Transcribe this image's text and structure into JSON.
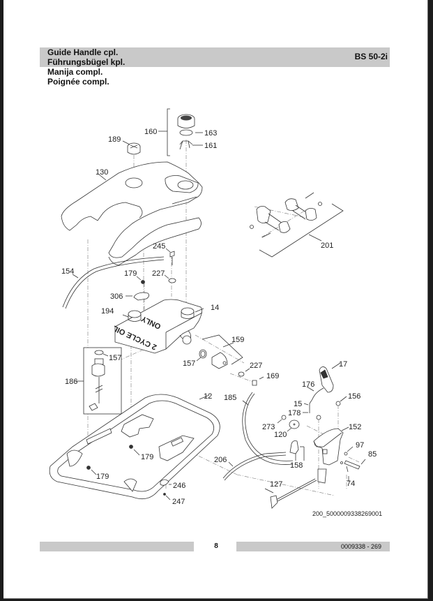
{
  "header": {
    "titles": [
      "Guide Handle cpl.",
      "Führungsbügel kpl.",
      "Manija compl.",
      "Poignée compl."
    ],
    "model": "BS 50-2i"
  },
  "diagram": {
    "image_id": "200_5000009338269001",
    "callouts": {
      "p160": "160",
      "p163": "163",
      "p161": "161",
      "p189": "189",
      "p130": "130",
      "p201": "201",
      "p245": "245",
      "p154": "154",
      "p179a": "179",
      "p227a": "227",
      "p306": "306",
      "p194": "194",
      "p14": "14",
      "p159": "159",
      "p157a": "157",
      "p157b": "157",
      "p227b": "227",
      "p169": "169",
      "p186": "186",
      "p12": "12",
      "p185": "185",
      "p17": "17",
      "p176": "176",
      "p15": "15",
      "p178": "178",
      "p156": "156",
      "p273": "273",
      "p120": "120",
      "p152": "152",
      "p97": "97",
      "p85": "85",
      "p179b": "179",
      "p179c": "179",
      "p206": "206",
      "p158": "158",
      "p74": "74",
      "p246": "246",
      "p247": "247",
      "p127": "127"
    },
    "tank_text": [
      "2 CYCLE OIL",
      "ONLY"
    ]
  },
  "footer": {
    "page_number": "8",
    "doc_code": "0009338 - 269"
  }
}
